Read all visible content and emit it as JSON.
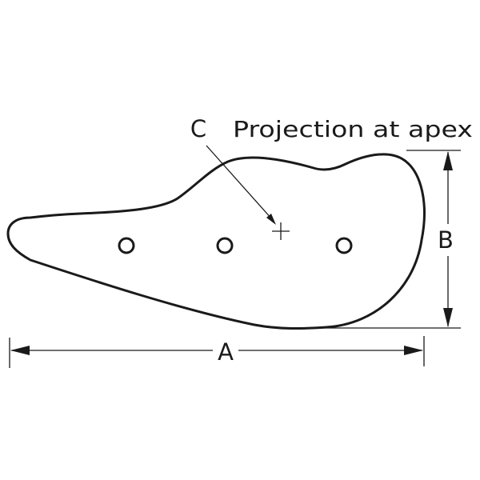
{
  "labels": {
    "length": "A",
    "height": "B",
    "point": "C",
    "annotation": "Projection at apex"
  },
  "colors": {
    "stroke": "#1a1a1a",
    "background": "#ffffff"
  }
}
